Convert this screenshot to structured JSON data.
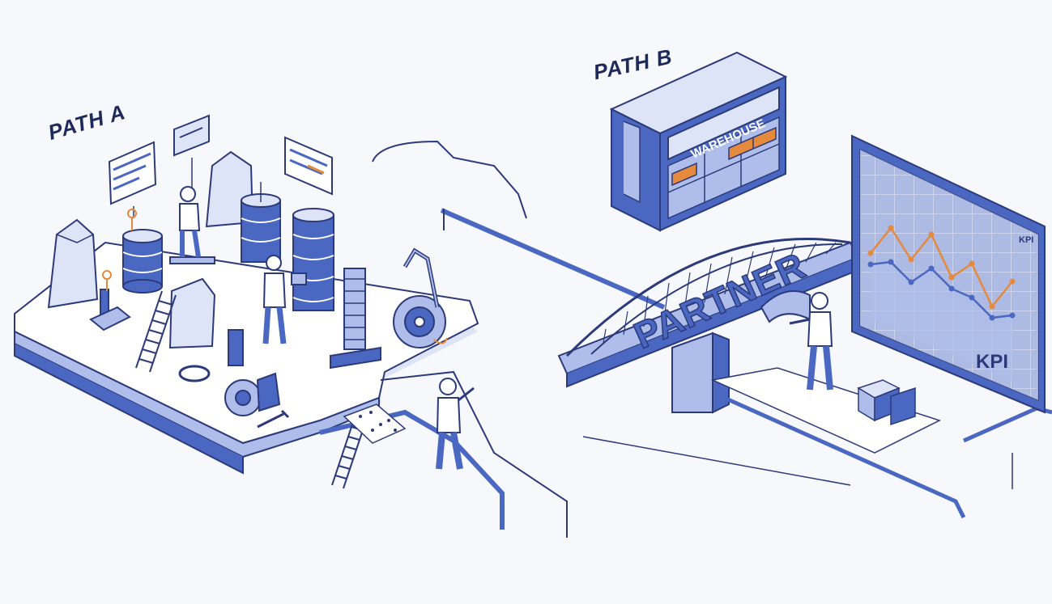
{
  "labels": {
    "path_a": "PATH A",
    "path_b": "PATH B",
    "warehouse": "WAREHOUSE",
    "bridge": "PARTNER",
    "kpi": "KPI",
    "dashboard_tag": "KPI"
  },
  "colors": {
    "ink": "#2c3a7a",
    "blue": "#4a67c2",
    "blue_light": "#aebde9",
    "blue_pale": "#dde4f7",
    "orange": "#e58a3c",
    "surface": "#ffffff",
    "background": "#f7f8fc"
  },
  "kpi_chart": {
    "type": "line",
    "series": [
      {
        "values": [
          3,
          6,
          4,
          7,
          4,
          6,
          3,
          6
        ]
      },
      {
        "values": [
          2,
          3,
          2,
          4,
          3,
          3,
          2,
          3
        ]
      }
    ]
  }
}
